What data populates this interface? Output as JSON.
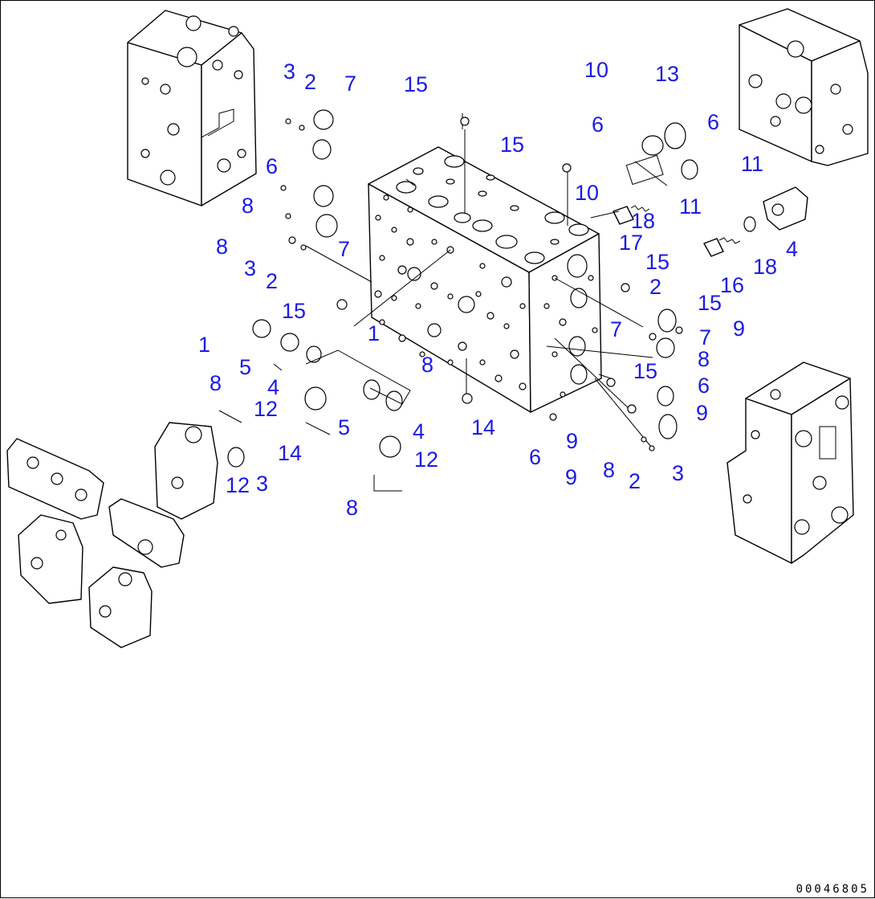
{
  "drawing_number": "00046805",
  "colors": {
    "callout": "#1a1ae6",
    "line": "#000000",
    "background": "#ffffff"
  },
  "callouts": [
    "3",
    "2",
    "7",
    "6",
    "8",
    "8",
    "3",
    "2",
    "7",
    "15",
    "15",
    "10",
    "13",
    "6",
    "6",
    "11",
    "10",
    "11",
    "18",
    "17",
    "4",
    "18",
    "16",
    "15",
    "2",
    "15",
    "1",
    "5",
    "1",
    "4",
    "12",
    "8",
    "8",
    "3",
    "5",
    "4",
    "14",
    "12",
    "12",
    "8",
    "14",
    "15",
    "7",
    "9",
    "8",
    "6",
    "9",
    "6",
    "9",
    "9",
    "8",
    "2",
    "3",
    "7",
    "15"
  ]
}
